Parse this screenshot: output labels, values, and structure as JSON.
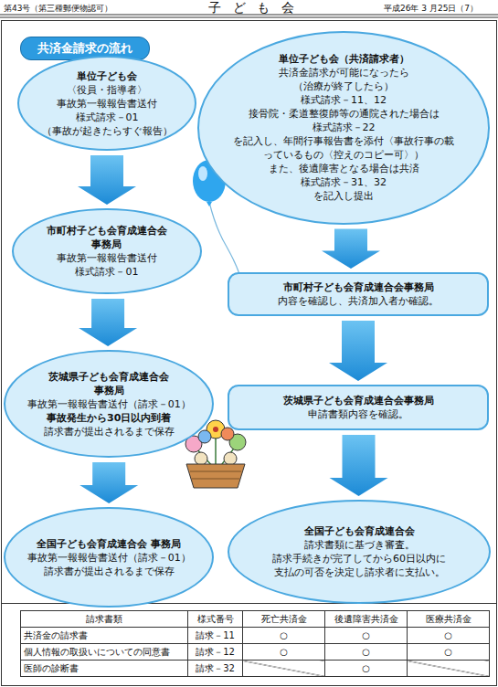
{
  "diagram": {
    "title": "共済金請求の流れ",
    "nodes": [
      {
        "text": [
          "単位子ども会",
          "〈役員・指導者〉",
          "事故第一報報告書送付",
          "様式請求－01",
          "（事故が起きたらすぐ報告）"
        ]
      },
      {
        "text": [
          "市町村子ども会育成連合会 事務局",
          "事故第一報報告書送付",
          "様式請求－01"
        ]
      },
      {
        "text": [
          "茨城県子ども会育成連合会 事務局",
          "事故第一報報告書送付（請求－01）",
          "事故発生から30日以内到着",
          "請求書が提出されるまで保存"
        ]
      },
      {
        "text": [
          "全国子ども会育成連合会 事務局",
          "事故第一報報告書送付（請求－01）",
          "請求書が提出されるまで保存"
        ]
      },
      {
        "text": [
          "単位子ども会（共済請求者）",
          "共済金請求が可能になったら",
          "（治療が終了したら）",
          "様式請求－11、12",
          "接骨院・柔道整復師等の通院された場合は",
          "様式請求－22",
          "を記入し、年間行事報告書を添付〈事故行事の載",
          "っているもの〈控えのコピー可〉）",
          "また、後遺障害となる場合は共済",
          "様式請求－31、32",
          "を記入し提出"
        ]
      },
      {
        "text": [
          "市町村子ども会育成連合会事務局",
          "内容を確認し、共済加入者か確認。"
        ]
      },
      {
        "text": [
          "茨城県子ども会育成連合会事務局",
          "申請書類内容を確認。"
        ]
      },
      {
        "text": [
          "全国子ども会育成連合会",
          "請求書類に基づき審査。",
          "請求手続きが完了してから60日以内に",
          "支払の可否を決定し請求者に支払い。"
        ]
      }
    ],
    "edges": [
      {
        "from": 0,
        "to": 1,
        "arrow": "to"
      },
      {
        "from": 1,
        "to": 2,
        "arrow": "to"
      },
      {
        "from": 2,
        "to": 3,
        "arrow": "to"
      },
      {
        "from": 4,
        "to": 5,
        "arrow": "to"
      },
      {
        "from": 5,
        "to": 6,
        "arrow": "to"
      },
      {
        "from": 6,
        "to": 7,
        "arrow": "to"
      }
    ],
    "labels": [
      "第43号（第三種郵便物認可）",
      "子ども会",
      "平成26年 3 月25日（7）",
      "請求書類",
      "様式番号",
      "死亡共済金",
      "後遺障害共済金",
      "医療共済金",
      "共済金の請求書",
      "請求－11",
      "○",
      "○",
      "○",
      "個人情報の取扱いについての同意書",
      "請求－12",
      "○",
      "○",
      "○",
      "医師の診断書",
      "請求－32",
      "○"
    ]
  }
}
